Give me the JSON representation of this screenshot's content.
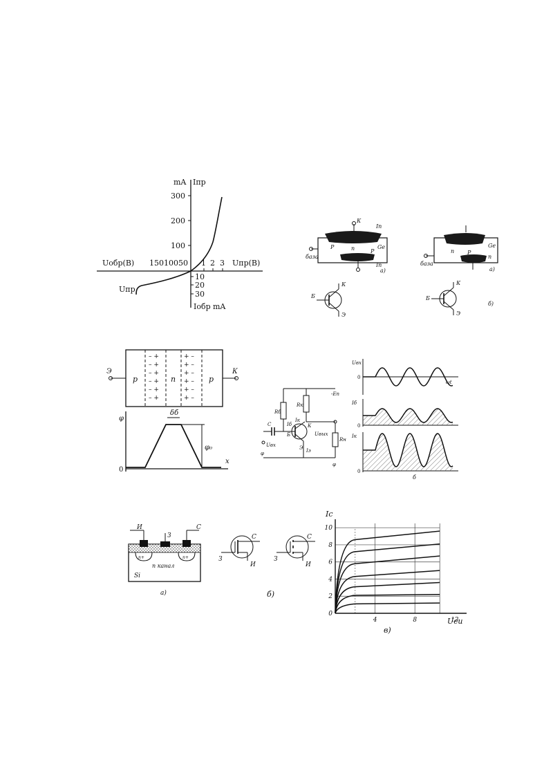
{
  "fig1": {
    "ma_top": "mA",
    "ipr_label": "Iпр",
    "uobr_label": "Uобр(В)",
    "upr_label": "Uпр(В)",
    "uprob_label": "Uпр",
    "iobr_label": "Iобр",
    "ma_bottom": "mA",
    "y_pos_ticks": [
      "300",
      "200",
      "100"
    ],
    "y_neg_ticks": [
      "10",
      "20",
      "30"
    ],
    "x_neg_ticks": "15010050",
    "x_pos_ticks": [
      "1",
      "2",
      "3"
    ]
  },
  "fig2": {
    "k_left": "К",
    "ip_left": "Iп",
    "p_left": "Р",
    "n_left": "п",
    "p_left2": "Р",
    "ge_left": "Ge",
    "baza_left": "база",
    "ip_left2": "Iп",
    "sub_a_left": "а)",
    "b_sym_left": "Б",
    "k_sym_left": "К",
    "e_sym_left": "Э",
    "ge_right": "Ge",
    "n_right": "п",
    "p_right": "Р",
    "n_right2": "п",
    "baza_right": "база",
    "sub_a_right": "а)",
    "b_sym_right": "Б",
    "k_sym_right": "К",
    "e_sym_right": "Э",
    "sub_b_right": "б)"
  },
  "fig3": {
    "e_label": "Э",
    "k_label": "К",
    "p1": "р",
    "n": "п",
    "p2": "р",
    "phi": "φ",
    "phi0": "φ₀",
    "delta": "δб",
    "zero": "0",
    "x": "x"
  },
  "fig4": {
    "ep": "-Eп",
    "rb": "Rб",
    "rk": "Rк",
    "ib": "Iб",
    "ik": "Iк",
    "k": "К",
    "b": "Б",
    "e": "Э",
    "ie": "Iэ",
    "c": "С",
    "uvx": "Uвх",
    "uvyx": "Uвых",
    "rn": "Rн",
    "phi_in": "φ",
    "phi_out": "φ"
  },
  "fig5": {
    "top_label": "Uвх",
    "top_zero": "0",
    "top_axis": "ωt",
    "mid_label": "Iб",
    "mid_zero": "0",
    "bot_label": "Iк",
    "bot_zero": "0",
    "sub_b": "б"
  },
  "fig6": {
    "i_label": "И",
    "z_label": "З",
    "c_label": "С",
    "n_plus_left": "n+",
    "n_plus_right": "n+",
    "channel": "п канал",
    "si": "Si",
    "sub_a": "а)",
    "sym1_c": "С",
    "sym1_z": "З",
    "sym1_i": "И",
    "sym2_c": "С",
    "sym2_z": "З",
    "sym2_i": "И",
    "sub_b": "б)"
  },
  "chart_data": {
    "type": "line",
    "ylabel": "Iс",
    "xlabel": "Uси",
    "subfigure_label": "в)",
    "x_ticks": [
      "4",
      "8",
      "12"
    ],
    "y_ticks": [
      "0",
      "2",
      "4",
      "6",
      "8",
      "10"
    ],
    "xlim": [
      0,
      12.5
    ],
    "ylim": [
      0,
      10.5
    ],
    "grid": true,
    "series": [
      {
        "x": [
          0,
          2,
          10.5
        ],
        "values": [
          0,
          1.1,
          1.2
        ]
      },
      {
        "x": [
          0,
          2,
          10.5
        ],
        "values": [
          0,
          2.1,
          2.2
        ]
      },
      {
        "x": [
          0,
          2,
          10.5
        ],
        "values": [
          0,
          3.1,
          3.6
        ]
      },
      {
        "x": [
          0,
          2,
          10.5
        ],
        "values": [
          0,
          4.3,
          5.0
        ]
      },
      {
        "x": [
          0,
          2,
          10.5
        ],
        "values": [
          0,
          5.8,
          6.7
        ]
      },
      {
        "x": [
          0,
          2,
          10.5
        ],
        "values": [
          0,
          7.2,
          8.1
        ]
      },
      {
        "x": [
          0,
          2,
          10.5
        ],
        "values": [
          0,
          8.6,
          9.6
        ]
      }
    ]
  }
}
